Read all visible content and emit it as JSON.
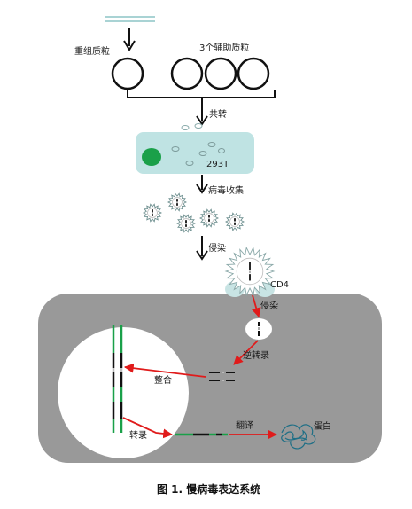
{
  "labels": {
    "recombinant_plasmid": "重组质粒",
    "helper_plasmids": "3个辅助质粒",
    "cotransfection": "共转",
    "cell_line": "293T",
    "virus_harvest": "病毒收集",
    "infection_top": "侵染",
    "receptor": "CD4",
    "infection_inner": "侵染",
    "reverse_transcription": "逆转录",
    "integration": "整合",
    "transcription": "转录",
    "translation": "翻译",
    "protein": "蛋白"
  },
  "caption": "图 1. 慢病毒表达系统",
  "colors": {
    "plasmid_line": "#a9d3d4",
    "cell_body": "#bfe3e3",
    "nucleus_dot": "#1aa049",
    "host_cell": "#999999",
    "receptor": "#c8e4e4",
    "arrow_red": "#e01b1b",
    "dna_green": "#1aa049",
    "protein_line": "#1f6f86"
  },
  "icons": {
    "process_arrow": "down-arrow-icon",
    "spiky_virus": "virus-icon"
  }
}
